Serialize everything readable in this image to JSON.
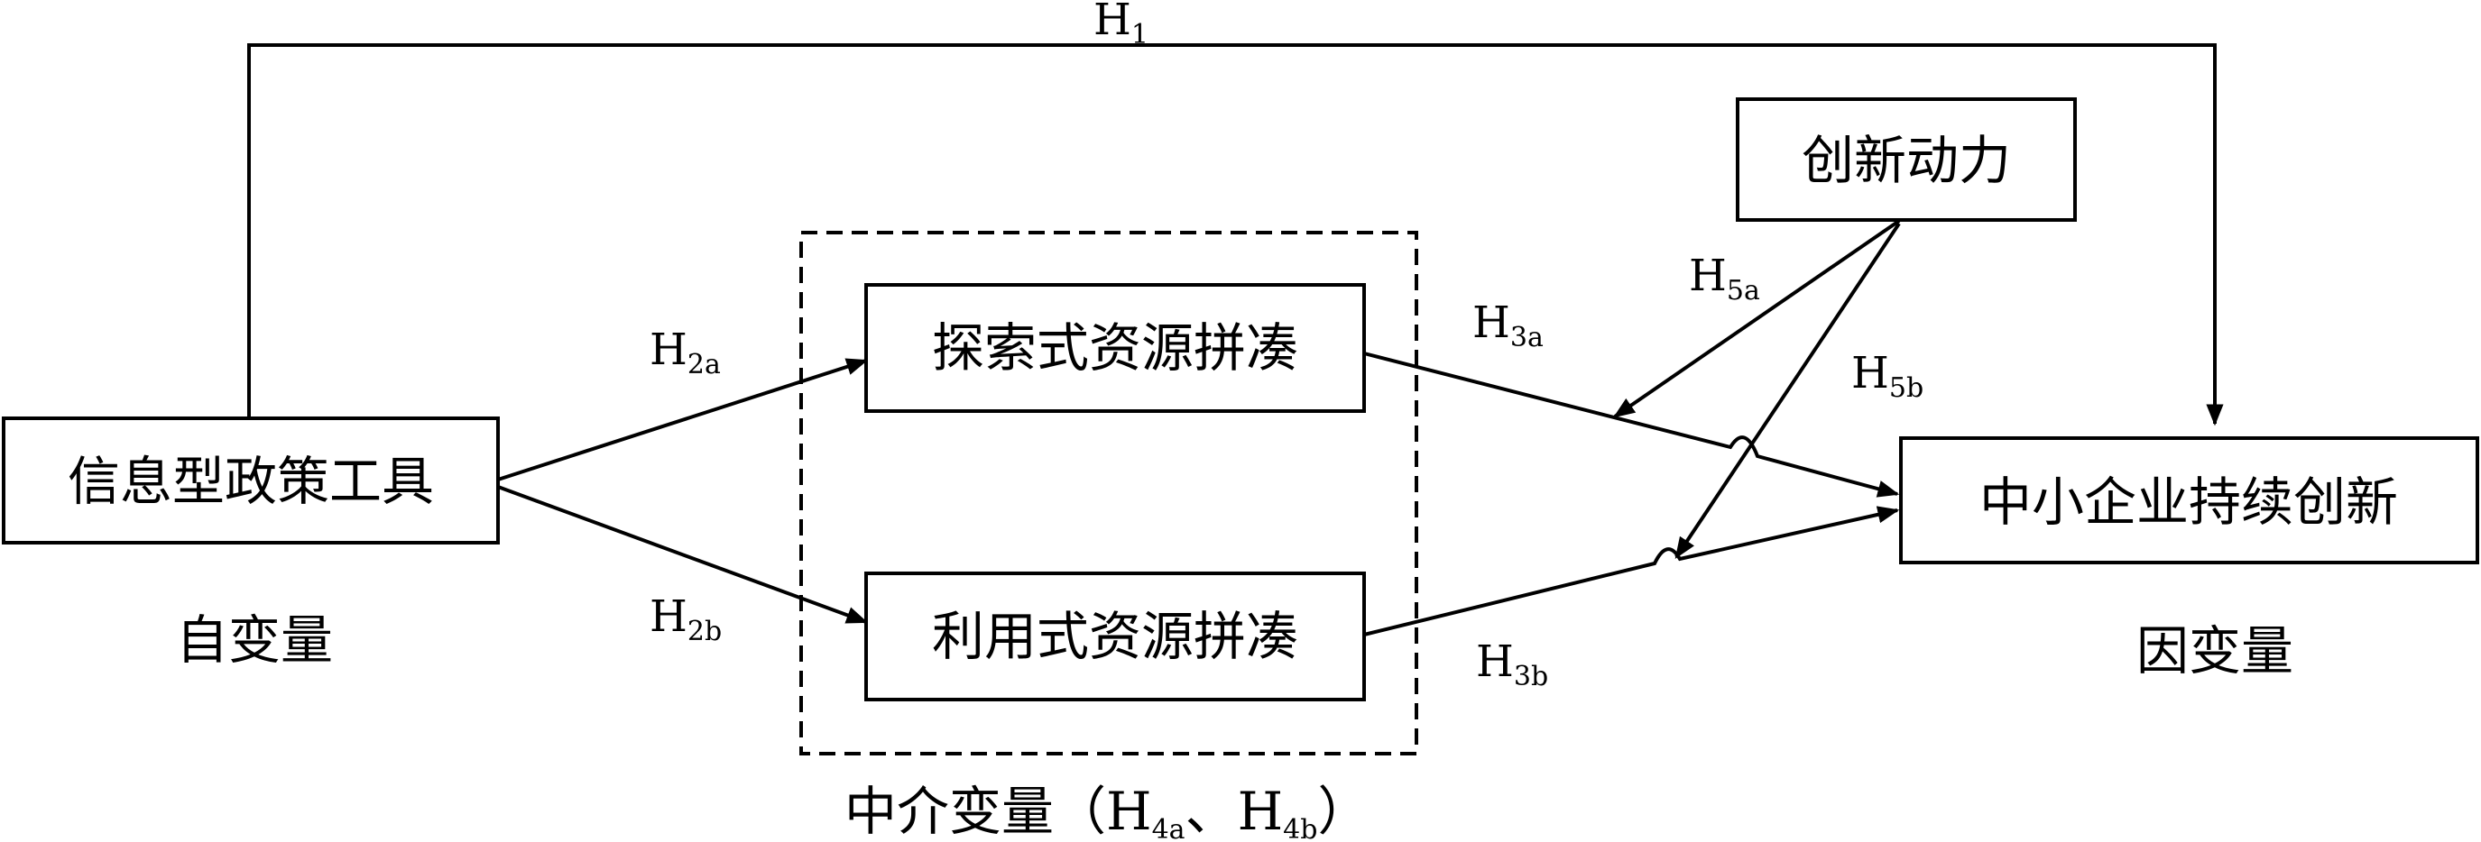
{
  "nodes": {
    "independent": "信息型政策工具",
    "explore": "探索式资源拼凑",
    "exploit": "利用式资源拼凑",
    "dependent": "中小企业持续创新",
    "moderator": "创新动力"
  },
  "captions": {
    "independent": "自变量",
    "dependent": "因变量",
    "mediator_prefix": "中介变量（H",
    "mediator_sub1": "4a",
    "mediator_sep": "、H",
    "mediator_sub2": "4b",
    "mediator_suffix": "）"
  },
  "hypotheses": {
    "h1": {
      "base": "H",
      "sub": "1"
    },
    "h2a": {
      "base": "H",
      "sub": "2a"
    },
    "h2b": {
      "base": "H",
      "sub": "2b"
    },
    "h3a": {
      "base": "H",
      "sub": "3a"
    },
    "h3b": {
      "base": "H",
      "sub": "3b"
    },
    "h5a": {
      "base": "H",
      "sub": "5a"
    },
    "h5b": {
      "base": "H",
      "sub": "5b"
    }
  },
  "colors": {
    "stroke": "#000000",
    "background": "#ffffff"
  }
}
